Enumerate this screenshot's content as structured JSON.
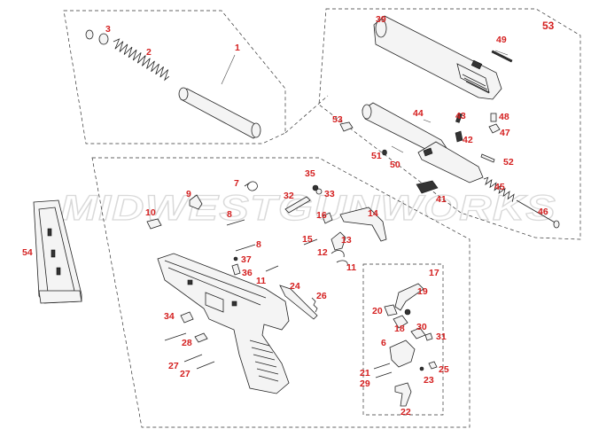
{
  "watermark": "MIDWESTGUNWORKS",
  "labels": {
    "p1": "1",
    "p2": "2",
    "p3": "3",
    "p39": "39",
    "p49": "49",
    "p53": "53",
    "p53b": "53",
    "p44": "44",
    "p43": "43",
    "p48": "48",
    "p42": "42",
    "p47": "47",
    "p51": "51",
    "p50": "50",
    "p52": "52",
    "p41": "41",
    "p45": "45",
    "p46": "46",
    "p54": "54",
    "p7": "7",
    "p9": "9",
    "p10": "10",
    "p8a": "8",
    "p8b": "8",
    "p35": "35",
    "p32": "32",
    "p33": "33",
    "p16": "16",
    "p14": "14",
    "p15": "15",
    "p13": "13",
    "p12": "12",
    "p11a": "11",
    "p11b": "11",
    "p37": "37",
    "p36": "36",
    "p24": "24",
    "p26": "26",
    "p17": "17",
    "p19": "19",
    "p20": "20",
    "p18": "18",
    "p30": "30",
    "p31": "31",
    "p6": "6",
    "p34": "34",
    "p28": "28",
    "p27a": "27",
    "p27b": "27",
    "p21": "21",
    "p29": "29",
    "p25": "25",
    "p23": "23",
    "p22": "22"
  }
}
